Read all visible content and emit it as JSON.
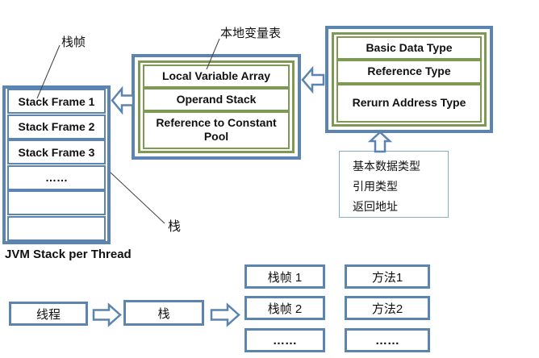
{
  "colors": {
    "box_blue": "#5b84b1",
    "box_green": "#7e9a52",
    "note_border": "#8aaccb",
    "connector_line": "#404040",
    "text": "#111111"
  },
  "annotations": {
    "stack_frame_label": "栈帧",
    "local_variable_table_label": "本地变量表",
    "stack_label": "栈"
  },
  "jvm_stack": {
    "caption": "JVM Stack per Thread",
    "rows": [
      "Stack Frame 1",
      "Stack Frame 2",
      "Stack Frame 3",
      "……",
      "",
      ""
    ]
  },
  "stack_frame_detail": {
    "rows": [
      "Local Variable Array",
      "Operand Stack",
      "Reference to Constant Pool"
    ]
  },
  "local_variable_types": {
    "rows": [
      "Basic Data Type",
      "Reference Type",
      "Rerurn Address Type"
    ]
  },
  "type_note": {
    "lines": [
      "基本数据类型",
      "引用类型",
      "返回地址"
    ]
  },
  "bottom_flow": {
    "thread_box": "线程",
    "stack_box": "栈",
    "frame_column": [
      "栈帧 1",
      "栈帧 2",
      "……"
    ],
    "method_column": [
      "方法1",
      "方法2",
      "……"
    ]
  }
}
